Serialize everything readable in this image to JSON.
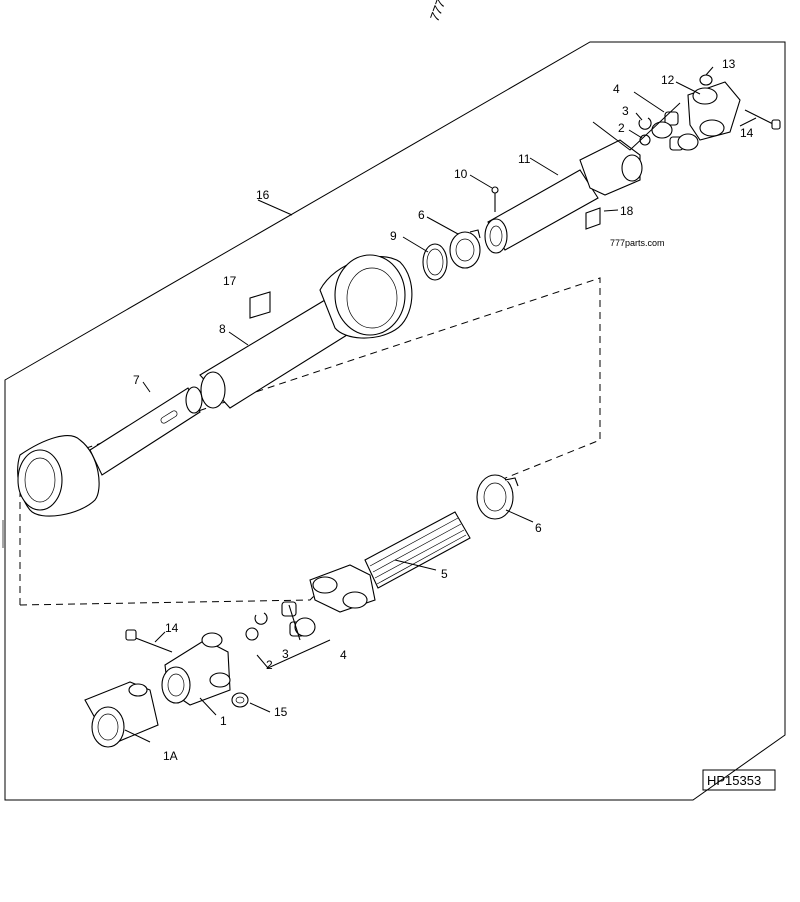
{
  "diagram": {
    "reference_id": "HP15353",
    "watermark": "777parts.com",
    "top_watermark": "777",
    "callouts": {
      "c1": "1",
      "c1a": "1A",
      "c2_top": "2",
      "c2_bottom": "2",
      "c3_top": "3",
      "c3_bottom": "3",
      "c4_top": "4",
      "c4_bottom": "4",
      "c5": "5",
      "c6_top": "6",
      "c6_bottom": "6",
      "c7": "7",
      "c8": "8",
      "c9": "9",
      "c10": "10",
      "c11": "11",
      "c12": "12",
      "c13": "13",
      "c14_top": "14",
      "c14_bottom": "14",
      "c15": "15",
      "c16": "16",
      "c17": "17",
      "c18": "18"
    }
  }
}
